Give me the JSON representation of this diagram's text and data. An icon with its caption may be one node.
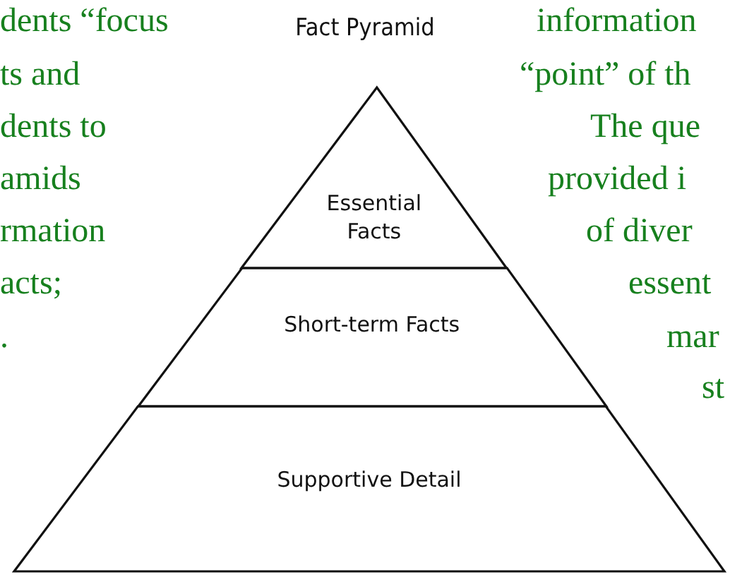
{
  "diagram": {
    "title": "Fact Pyramid",
    "nodes": [
      {
        "text": [
          "Essential Facts"
        ]
      },
      {
        "text": [
          "Short-term Facts"
        ]
      },
      {
        "text": [
          "Supportive Detail"
        ]
      }
    ],
    "edges": [],
    "labels": [
      "dents “focus",
      "ts and",
      "dents to",
      "amids",
      "rmation",
      "acts;",
      ".",
      "information",
      "“point” of th",
      "The que",
      "provided i",
      "of diver",
      "essent",
      "mar",
      "st"
    ]
  }
}
